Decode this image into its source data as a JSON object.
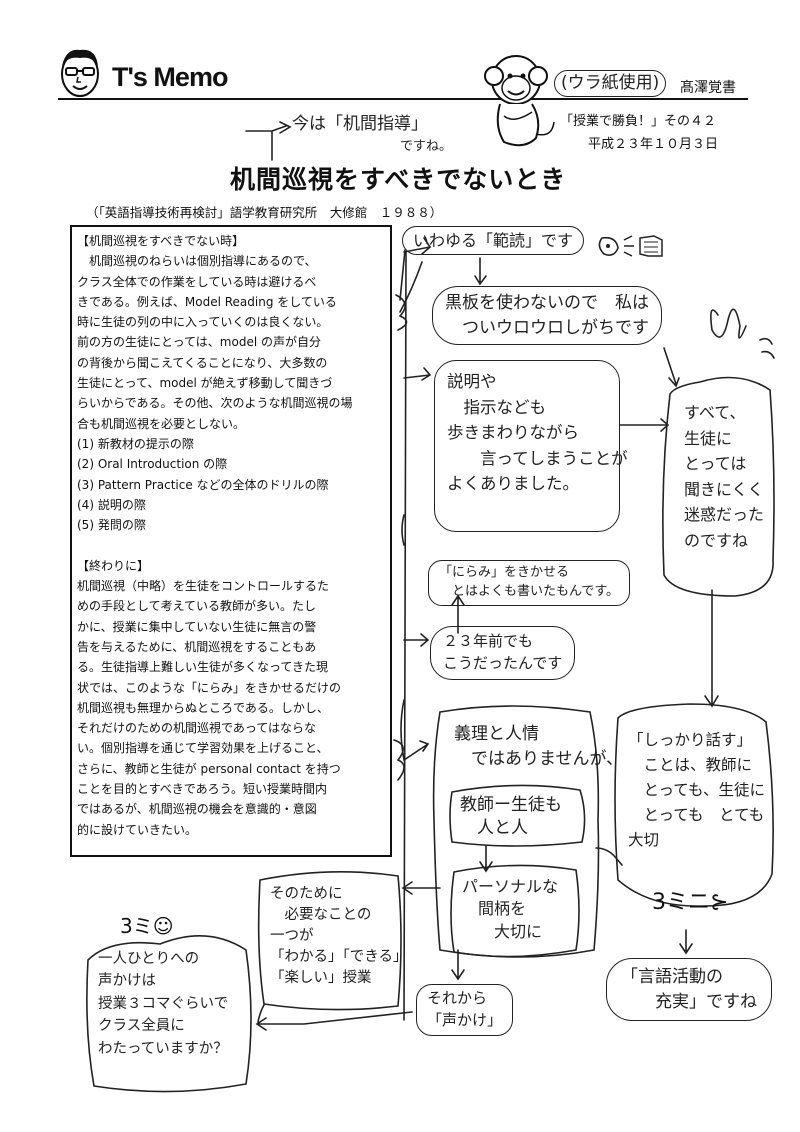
{
  "header": {
    "logo": "T's Memo",
    "scratch_note": "(ウラ紙使用)",
    "author": "髙澤覚書",
    "series": "「授業で勝負！」その４２",
    "date": "平成２３年１０月３日"
  },
  "title": {
    "annotation_1": "今は「机間指導」",
    "annotation_2": "ですね。",
    "main": "机間巡視をすべきでないとき"
  },
  "source": "（「英語指導技術再検討」語学教育研究所　大修館　１９８８）",
  "article": {
    "section1_heading": "【机間巡視をすべきでない時】",
    "section1_body": [
      "　机間巡視のねらいは個別指導にあるので、",
      "クラス全体での作業をしている時は避けるべ",
      "きである。例えば、Model Reading をしている",
      "時に生徒の列の中に入っていくのは良くない。",
      "前の方の生徒にとっては、model の声が自分",
      "の背後から聞こえてくることになり、大多数の",
      "生徒にとって、model が絶えず移動して聞きづ",
      "らいからである。その他、次のような机間巡視の場",
      "合も机間巡視を必要としない。"
    ],
    "list": [
      "(1) 新教材の提示の際",
      "(2) Oral Introduction の際",
      "(3) Pattern Practice などの全体のドリルの際",
      "(4) 説明の際",
      "(5) 発問の際"
    ],
    "section2_heading": "【終わりに】",
    "section2_body": [
      "机間巡視（中略）を生徒をコントロールするた",
      "めの手段として考えている教師が多い。たし",
      "かに、授業に集中していない生徒に無言の警",
      "告を与えるために、机間巡視をすることもあ",
      "る。生徒指導上難しい生徒が多くなってきた現",
      "状では、このような「にらみ」をきかせるだけの",
      "机間巡視も無理からぬところである。しかし、",
      "それだけのための机間巡視であってはならな",
      "い。個別指導を通じて学習効果を上げること、",
      "さらに、教師と生徒が personal contact を持つ",
      "ことを目的とすべきであろう。短い授業時間内",
      "ではあるが、机間巡視の機会を意識的・意図",
      "的に設けていきたい。"
    ]
  },
  "notes": {
    "hanyomi": "いわゆる「範読」です",
    "blackboard": "黒板を使わないので　私は\n　ついウロウロしがちです",
    "explain": "説明や\n　指示なども\n歩きまわりながら\n　　言ってしまうことが\nよくありました。",
    "meiwaku": "すべて、\n生徒に\nとっては\n聞きにくく\n迷惑だった\nのですね",
    "nirami": "「にらみ」をきかせる\n　とはよくも書いたもんです。",
    "years": "２３年前でも\nこうだったんです",
    "giri": "義理と人情\n　ではありませんが、",
    "teacher_student": "教師ー生徒も\n　人と人",
    "personal": "パーソナルな\n　間柄を\n　　大切に",
    "hanasu": "「しっかり話す」\n　ことは、教師に\n　とっても、生徒に\n　とっても　とても\n大切",
    "gengo": "「言語活動の\n　　充実」ですね",
    "sonotame": "そのために\n　必要なことの\n一つが\n「わかる」「できる」\n「楽しい」授業",
    "koekake": "それから\n「声かけ」",
    "question": "一人ひとりへの\n声かけは\n授業３コマぐらいで\nクラス全員に\nわたっていますか？"
  },
  "colors": {
    "ink": "#111111",
    "paper": "#ffffff"
  },
  "icons": [
    "cartoon-face-icon",
    "monkey-mascot-icon",
    "speaker-doodle-icon",
    "wandering-path-icon"
  ]
}
